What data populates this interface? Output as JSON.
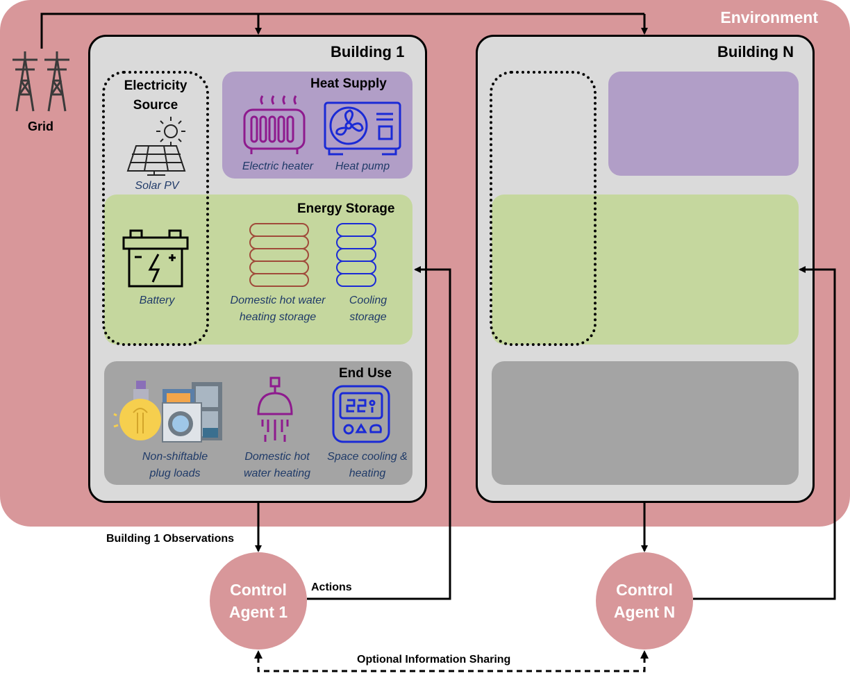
{
  "environment": {
    "label": "Environment"
  },
  "grid": {
    "label": "Grid"
  },
  "building1": {
    "title": "Building 1",
    "electricity_source": "Electricity\nSource",
    "solar_pv": "Solar PV",
    "heat_supply": "Heat Supply",
    "electric_heater": "Electric heater",
    "heat_pump": "Heat pump",
    "energy_storage": "Energy Storage",
    "battery": "Battery",
    "dhw_storage": "Domestic hot water heating storage",
    "cooling_storage": "Cooling storage",
    "end_use": "End Use",
    "plug_loads": "Non-shiftable plug loads",
    "dhw_heating": "Domestic hot water heating",
    "space_cooling": "Space cooling & heating"
  },
  "buildingN": {
    "title": "Building N"
  },
  "agents": {
    "agent1": "Control Agent 1",
    "agentN": "Control Agent N"
  },
  "labels": {
    "observations": "Building 1 Observations",
    "actions": "Actions",
    "sharing": "Optional Information Sharing"
  },
  "icons": [
    "transmission-tower-icon",
    "sun-icon",
    "solar-panel-icon",
    "electric-heater-icon",
    "heat-pump-icon",
    "battery-icon",
    "dhw-storage-icon",
    "cooling-storage-icon",
    "light-bulb-icon",
    "appliances-icon",
    "shower-icon",
    "thermostat-icon"
  ],
  "colors": {
    "environment": "#d8979a",
    "building": "#dadada",
    "heat_supply": "#b19ec7",
    "energy_storage": "#c5d79e",
    "end_use": "#a4a4a4",
    "caption": "#1f3a68"
  }
}
